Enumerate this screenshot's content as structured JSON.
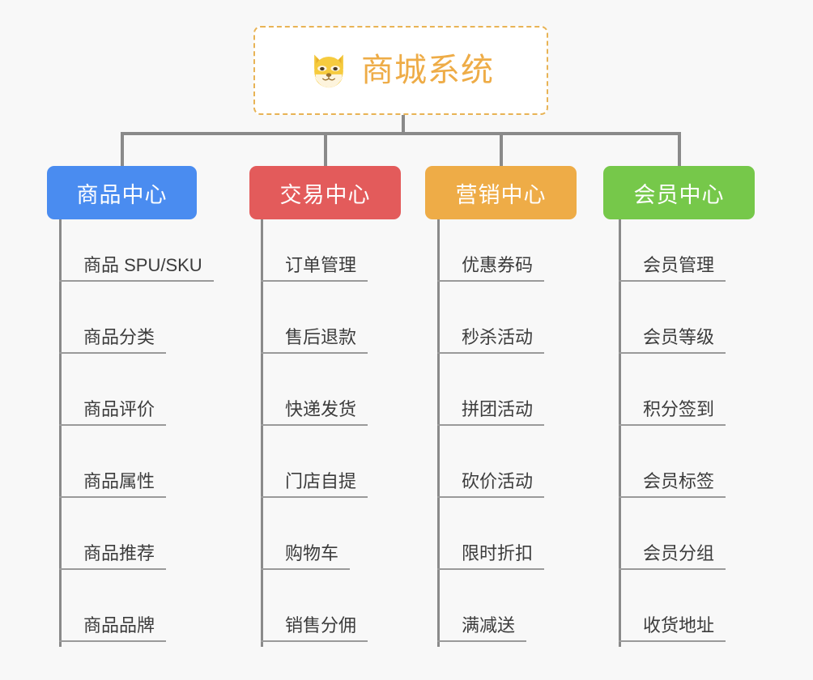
{
  "background_color": "#f8f8f8",
  "connector_color": "#8a8a8a",
  "root": {
    "title": "商城系统",
    "icon": "shiba-dog-icon",
    "text_color": "#eeac47",
    "border_color": "#e8b355",
    "background": "#ffffff"
  },
  "categories": [
    {
      "label": "商品中心",
      "color": "#4a8cf0",
      "items": [
        "商品 SPU/SKU",
        "商品分类",
        "商品评价",
        "商品属性",
        "商品推荐",
        "商品品牌"
      ]
    },
    {
      "label": "交易中心",
      "color": "#e35b5b",
      "items": [
        "订单管理",
        "售后退款",
        "快递发货",
        "门店自提",
        "购物车",
        "销售分佣"
      ]
    },
    {
      "label": "营销中心",
      "color": "#eeac47",
      "items": [
        "优惠券码",
        "秒杀活动",
        "拼团活动",
        "砍价活动",
        "限时折扣",
        "满减送"
      ]
    },
    {
      "label": "会员中心",
      "color": "#76c84a",
      "items": [
        "会员管理",
        "会员等级",
        "积分签到",
        "会员标签",
        "会员分组",
        "收货地址"
      ]
    }
  ]
}
